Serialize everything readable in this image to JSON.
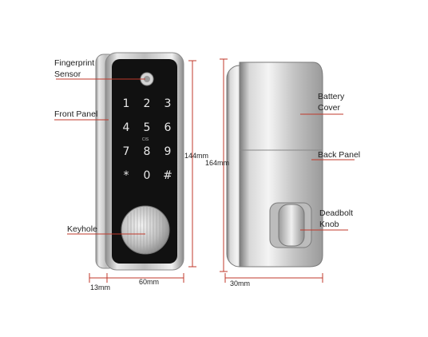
{
  "labels": {
    "fingerprint_line1": "Fingerprint",
    "fingerprint_line2": "Sensor",
    "front_panel": "Front Panel",
    "keyhole": "Keyhole",
    "battery_line1": "Battery",
    "battery_line2": "Cover",
    "back_panel": "Back Panel",
    "deadbolt_line1": "Deadbolt",
    "deadbolt_line2": "Knob"
  },
  "dimensions": {
    "height_front": "144mm",
    "height_back": "164mm",
    "width_front": "60mm",
    "depth_front": "13mm",
    "depth_back": "30mm"
  },
  "keypad": {
    "keys": [
      "1",
      "2",
      "3",
      "4",
      "5",
      "6",
      "7",
      "8",
      "9",
      "*",
      "0",
      "#"
    ],
    "center_mark": "CIS"
  },
  "colors": {
    "label_line": "#c0392b",
    "dimension_line": "#c0392b",
    "keypad_glass": "#111111",
    "metal": "#c8c8c8"
  }
}
